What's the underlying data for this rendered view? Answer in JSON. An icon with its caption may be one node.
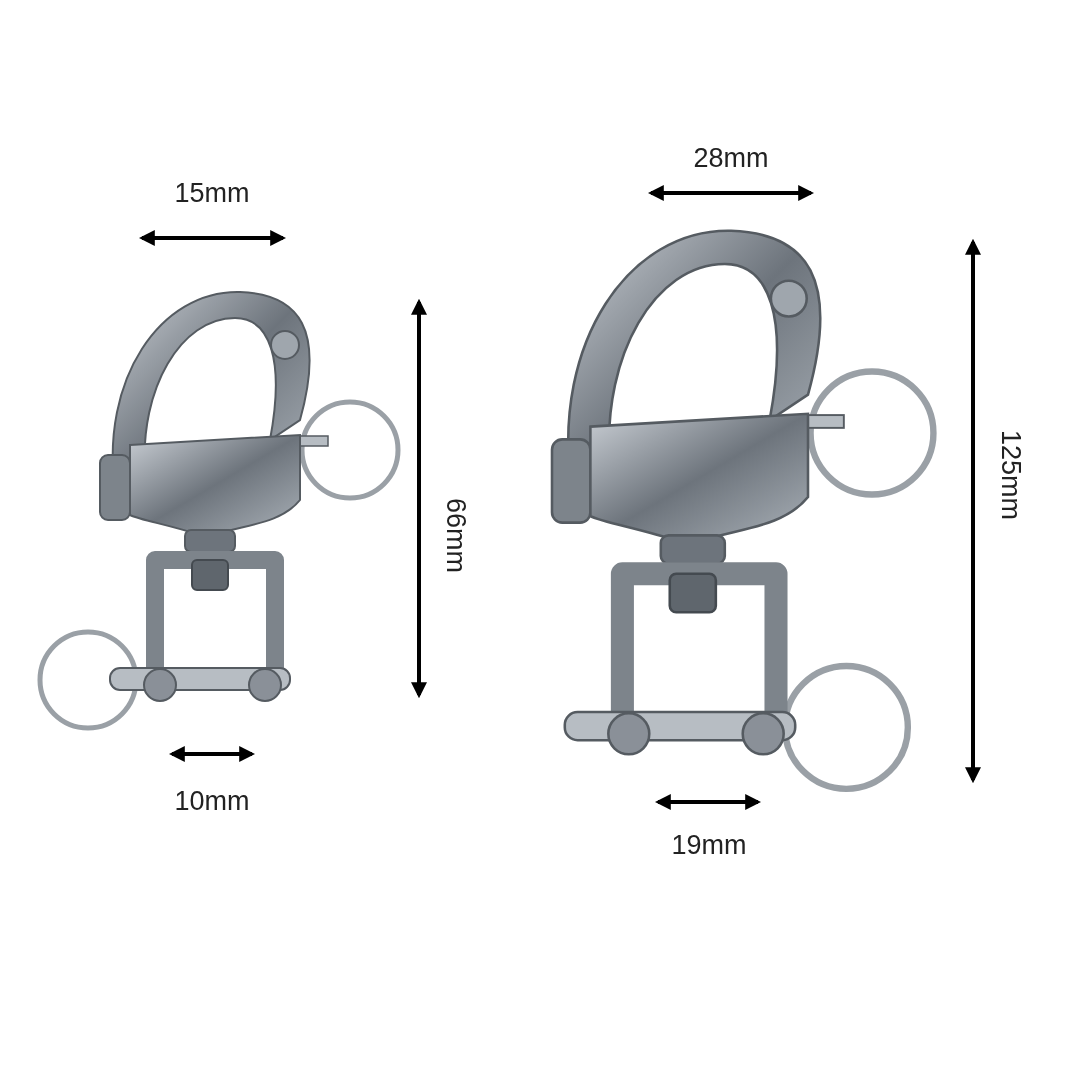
{
  "diagram": {
    "labels": [
      "15mm",
      "66mm",
      "10mm",
      "28mm",
      "125mm",
      "19mm"
    ]
  }
}
